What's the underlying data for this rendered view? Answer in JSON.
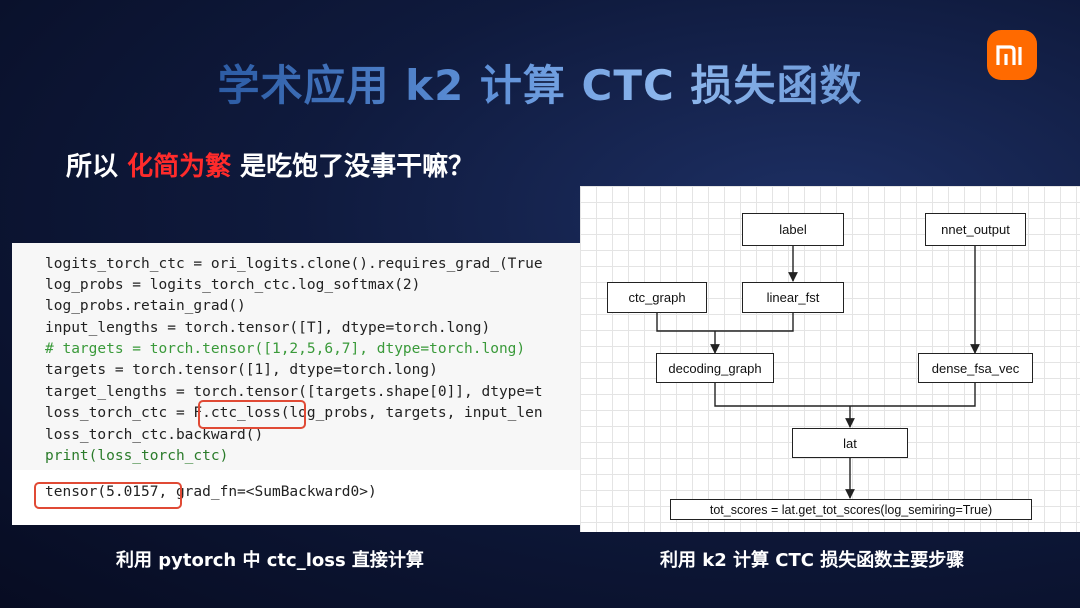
{
  "slide": {
    "title": "学术应用 k2 计算 CTC 损失函数",
    "subtitle_prefix": "所以 ",
    "subtitle_highlight": "化简为繁",
    "subtitle_suffix": " 是吃饱了没事干嘛？",
    "logo_text": "mi"
  },
  "code": {
    "lines": [
      "logits_torch_ctc = ori_logits.clone().requires_grad_(True",
      "log_probs = logits_torch_ctc.log_softmax(2)",
      "log_probs.retain_grad()",
      "input_lengths = torch.tensor([T], dtype=torch.long)",
      "# targets = torch.tensor([1,2,5,6,7], dtype=torch.long)",
      "targets = torch.tensor([1], dtype=torch.long)",
      "target_lengths = torch.tensor([targets.shape[0]], dtype=t",
      "loss_torch_ctc = F.ctc_loss(log_probs, targets, input_len",
      "loss_torch_ctc.backward()",
      "print(loss_torch_ctc)"
    ],
    "output": "tensor(5.0157, grad_fn=<SumBackward0>)"
  },
  "diagram": {
    "nodes": {
      "label": "label",
      "nnet_output": "nnet_output",
      "ctc_graph": "ctc_graph",
      "linear_fst": "linear_fst",
      "decoding_graph": "decoding_graph",
      "dense_fsa_vec": "dense_fsa_vec",
      "lat": "lat",
      "tot_scores": "tot_scores = lat.get_tot_scores(log_semiring=True)"
    }
  },
  "captions": {
    "left": "利用 pytorch 中 ctc_loss 直接计算",
    "right": "利用 k2 计算 CTC 损失函数主要步骤"
  },
  "colors": {
    "highlight_text": "#ff2b2b",
    "box_outline": "#e04a35",
    "logo_bg": "#ff6a00"
  }
}
